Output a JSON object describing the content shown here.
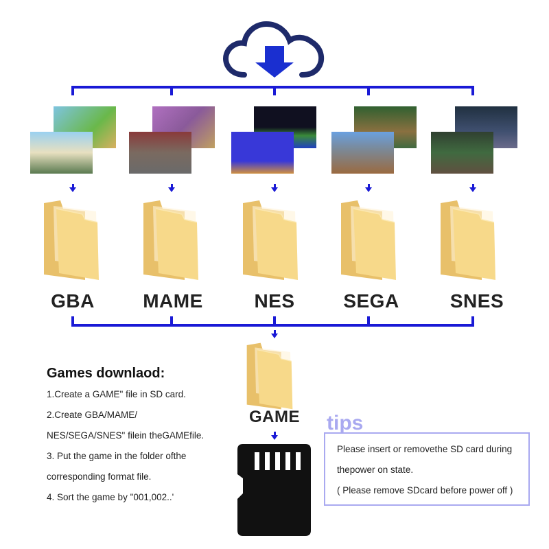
{
  "cloud_icon": "cloud-download-icon",
  "colors": {
    "accent": "#1a1ad6",
    "tips": "#a9a9f0",
    "folder": "#f7d98a",
    "sd_card": "#111111"
  },
  "systems": [
    {
      "label": "GBA",
      "screens": [
        "#7ec4e0",
        "#d9b060"
      ]
    },
    {
      "label": "MAME",
      "screens": [
        "#8a5a9a",
        "#7a6a60"
      ]
    },
    {
      "label": "NES",
      "screens": [
        "#101020",
        "#3838d8"
      ]
    },
    {
      "label": "SEGA",
      "screens": [
        "#406a40",
        "#9a6a40"
      ]
    },
    {
      "label": "SNES",
      "screens": [
        "#203040",
        "#405040"
      ]
    }
  ],
  "game_folder": {
    "label": "GAME"
  },
  "instructions": {
    "title": "Games downlaod:",
    "steps": [
      "1.Create a GAME\" file in SD card.",
      "2.Create GBA/MAME/",
      "NES/SEGA/SNES\" filein theGAMEfile.",
      "3. Put the game in the folder ofthe",
      "corresponding format file.",
      "4. Sort the game by \"001,002..'"
    ]
  },
  "tips": {
    "title": "tips",
    "lines": [
      "Please insert or removethe SD card during",
      "thepower on state.",
      "( Please remove SDcard before power off )"
    ]
  }
}
